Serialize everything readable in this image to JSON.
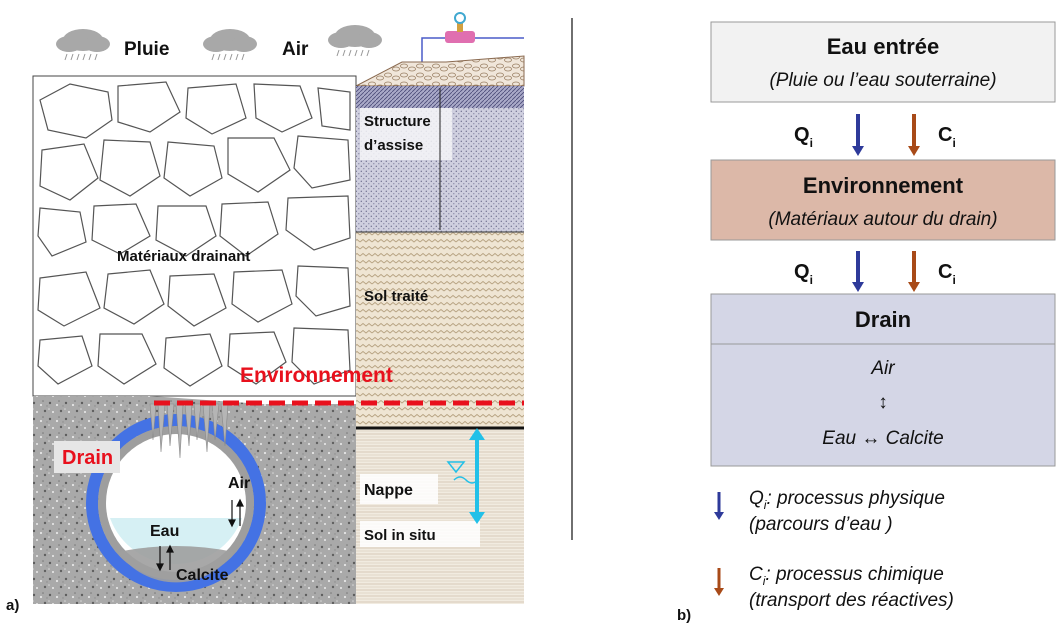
{
  "panel_a": {
    "panel_label": "a)",
    "weather": {
      "rain_label": "Pluie",
      "air_label": "Air",
      "cloud_icon": "rain-cloud-icon",
      "pump_icon": "pump-icon"
    },
    "labels": {
      "materiaux_drainant": "Matériaux drainant",
      "structure_line1": "Structure",
      "structure_line2": "d’assise",
      "sol_traite": "Sol traité",
      "environnement": "Environnement",
      "drain": "Drain",
      "air": "Air",
      "eau": "Eau",
      "calcite": "Calcite",
      "nappe": "Nappe",
      "sol_in_situ": "Sol in situ"
    },
    "colors": {
      "environment_line": "#e8101c",
      "drain_label": "#e8101c",
      "pipe_ring": "#4472e4",
      "water": "#d6f0f4",
      "water_table_arrow": "#22c0e8"
    }
  },
  "panel_b": {
    "panel_label": "b)",
    "input_box": {
      "title": "Eau entrée",
      "subtitle": "(Pluie ou l’eau souterraine)",
      "fill": "#f2f2f2"
    },
    "flow_labels": {
      "q": "Q",
      "c": "C",
      "sub": "i"
    },
    "environment_box": {
      "title": "Environnement",
      "subtitle": "(Matériaux autour du drain)",
      "fill": "#dcb8a8"
    },
    "drain_box": {
      "title": "Drain",
      "air": "Air",
      "updown": "↕",
      "eau": "Eau",
      "leftright": "↔",
      "calcite": "Calcite",
      "fill": "#d4d6e6"
    },
    "legend": [
      {
        "symbol": "Q",
        "sub": "i",
        "line1": ": processus physique",
        "line2": "(parcours d’eau )",
        "color": "#2e3a9a"
      },
      {
        "symbol": "C",
        "sub": "i",
        "line1": ": processus chimique",
        "line2": "(transport des réactives)",
        "color": "#a84a18"
      }
    ],
    "arrow_colors": {
      "q": "#2e3a9a",
      "c": "#a84a18"
    }
  }
}
